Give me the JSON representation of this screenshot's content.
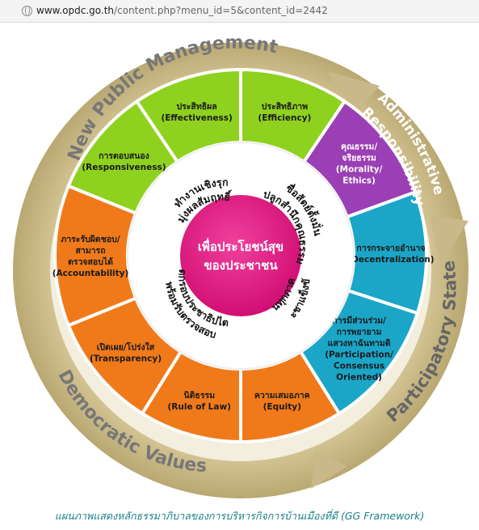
{
  "browser": {
    "url_host": "www.opdc.go.th",
    "url_path": "/content.php?menu_id=5&content_id=2442"
  },
  "diagram": {
    "outer_labels": {
      "new_public_management": "New Public Management",
      "administrative": "Administrative",
      "responsibility": "Responsibility",
      "participatory_state": "Participatory State",
      "democratic_values": "Democratic Values"
    },
    "segments": [
      {
        "id": "efficiency",
        "th": "ประสิทธิภาพ",
        "en": "(Efficiency)",
        "color": "#8fd11f"
      },
      {
        "id": "morality",
        "th": "คุณธรรม/ จริยธรรม",
        "en": "(Morality/ Ethics)",
        "color": "#9b3fb5"
      },
      {
        "id": "decentralization",
        "th": "การกระจายอำนาจ",
        "en": "(Decentralization)",
        "color": "#1ba6c8"
      },
      {
        "id": "participation",
        "th": "การมีส่วนร่วม/ การพยายาม แสวงหาฉันทามติ",
        "en": "(Participation/ Consensus Oriented)",
        "color": "#1ba6c8"
      },
      {
        "id": "equity",
        "th": "ความเสมอภาค",
        "en": "(Equity)",
        "color": "#f07a1a"
      },
      {
        "id": "rule_of_law",
        "th": "นิติธรรม",
        "en": "(Rule of Law)",
        "color": "#f07a1a"
      },
      {
        "id": "transparency",
        "th": "เปิดเผย/โปร่งใส",
        "en": "(Transparency)",
        "color": "#f07a1a"
      },
      {
        "id": "accountability",
        "th": "ภาระรับผิดชอบ/ สามารถ ตรวจสอบได้",
        "en": "(Accountability)",
        "color": "#f07a1a"
      },
      {
        "id": "responsiveness",
        "th": "การตอบสนอง",
        "en": "(Responsiveness)",
        "color": "#8fd11f"
      },
      {
        "id": "effectiveness",
        "th": "ประสิทธิผล",
        "en": "(Effectiveness)",
        "color": "#8fd11f"
      }
    ],
    "inner_ring": {
      "top_left": [
        "ทำงานเชิงรุก",
        "มุ่งผลสัมฤทธิ์"
      ],
      "top_right": [
        "ซื่อสัตย์ตั้งมั่น",
        "ปลูกสำนึกคุณธรรม"
      ],
      "bottom_right": [
        "ประชาแข็งขัน",
        "ผูกพันทุกภาคส่วน"
      ],
      "bottom_left": [
        "พร้อมรับตรวจสอบ",
        "ยึดกรอบประชาธิปไตย"
      ]
    },
    "center": {
      "line1": "เพื่อประโยชน์สุข",
      "line2": "ของประชาชน",
      "color": "#e0147f"
    }
  },
  "caption": "แผนภาพแสดงหลักธรรมาภิบาลของการบริหารกิจการบ้านเมืองที่ดี (GG Framework)"
}
